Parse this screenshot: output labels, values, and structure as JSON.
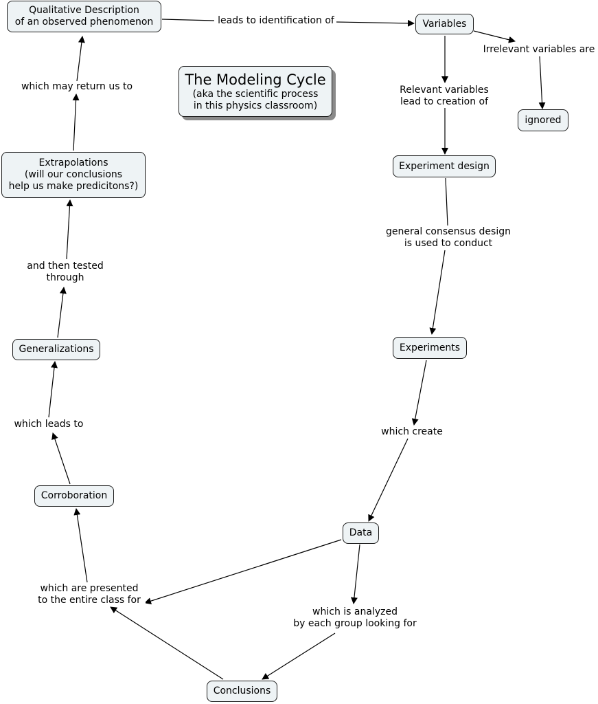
{
  "title": {
    "heading": "The Modeling Cycle",
    "sub_line1": "(aka the scientific process",
    "sub_line2": "in this physics classroom)"
  },
  "concepts": {
    "qualitative_line1": "Qualitative Description",
    "qualitative_line2": "of an observed phenomenon",
    "variables": "Variables",
    "ignored": "ignored",
    "experiment_design": "Experiment design",
    "experiments": "Experiments",
    "data": "Data",
    "conclusions": "Conclusions",
    "corroboration": "Corroboration",
    "generalizations": "Generalizations",
    "extrapolations_line1": "Extrapolations",
    "extrapolations_line2": "(will our conclusions",
    "extrapolations_line3": "help us make predicitons?)"
  },
  "linking_phrases": {
    "leads_to_identification": "leads to identification of",
    "irrelevant_line1": "Irrelevant variables are",
    "relevant_line1": "Relevant variables",
    "relevant_line2": "lead to creation of",
    "consensus_line1": "general consensus design",
    "consensus_line2": "is used to conduct",
    "which_create": "which create",
    "analyzed_line1": "which is analyzed",
    "analyzed_line2": "by each group looking for",
    "presented_line1": "which are presented",
    "presented_line2": "to the entire class for",
    "which_leads_to": "which leads to",
    "tested_line1": "and then tested",
    "tested_line2": "through",
    "return_us_to": "which may return us to"
  },
  "colors": {
    "node_fill": "#eef3f5",
    "node_border": "#1a1a1a",
    "link_line": "#000000",
    "title_shadow": "#8a8a8a"
  }
}
